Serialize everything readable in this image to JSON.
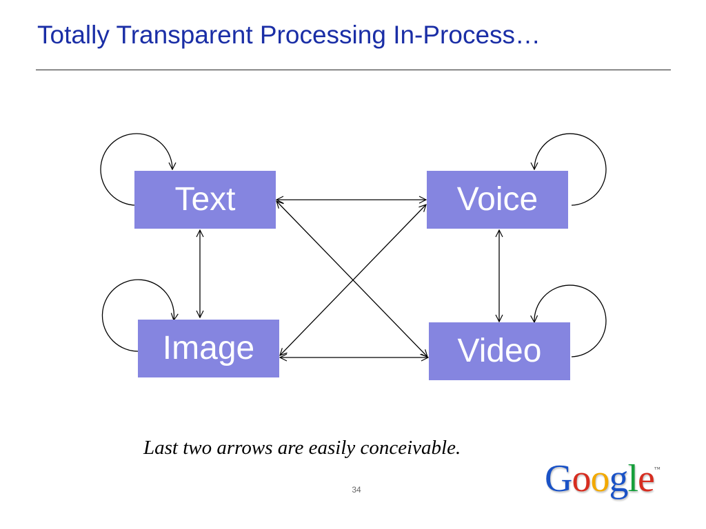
{
  "slide": {
    "title": "Totally Transparent Processing In-Process…",
    "caption": "Last two arrows are easily conceivable.",
    "page_number": "34"
  },
  "diagram": {
    "node_color": "#8585e0",
    "nodes": {
      "text": "Text",
      "voice": "Voice",
      "image": "Image",
      "video": "Video"
    },
    "edges": [
      {
        "from": "Text",
        "to": "Voice",
        "direction": "both"
      },
      {
        "from": "Text",
        "to": "Image",
        "direction": "both"
      },
      {
        "from": "Text",
        "to": "Video",
        "direction": "both"
      },
      {
        "from": "Image",
        "to": "Voice",
        "direction": "both"
      },
      {
        "from": "Image",
        "to": "Video",
        "direction": "both"
      },
      {
        "from": "Voice",
        "to": "Video",
        "direction": "both"
      },
      {
        "from": "Text",
        "to": "Text",
        "direction": "self"
      },
      {
        "from": "Voice",
        "to": "Voice",
        "direction": "self"
      },
      {
        "from": "Image",
        "to": "Image",
        "direction": "self"
      },
      {
        "from": "Video",
        "to": "Video",
        "direction": "self"
      }
    ]
  },
  "logo": {
    "letters": [
      "G",
      "o",
      "o",
      "g",
      "l",
      "e"
    ],
    "colors": [
      "#1a52c6",
      "#d62d20",
      "#f2a900",
      "#1a52c6",
      "#179f3c",
      "#d62d20"
    ],
    "trademark": "™"
  }
}
